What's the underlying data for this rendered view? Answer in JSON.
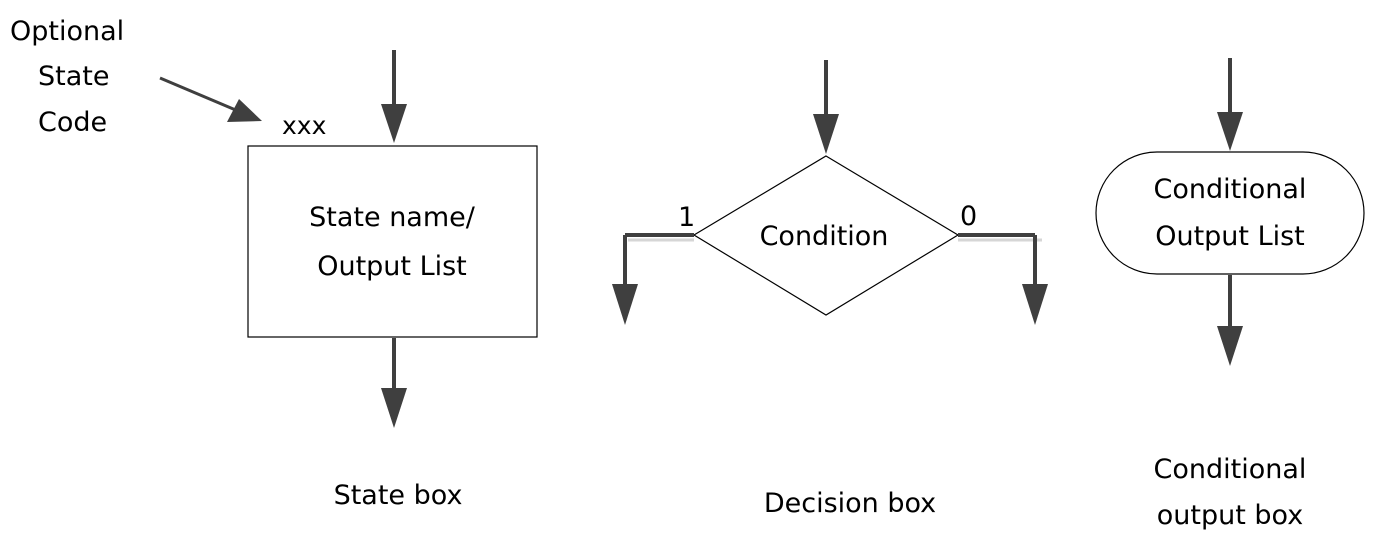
{
  "annotation": {
    "line1": "Optional",
    "line2": "State",
    "line3": "Code",
    "code": "xxx"
  },
  "state_box": {
    "line1": "State name/",
    "line2": "Output List",
    "caption": "State box"
  },
  "decision_box": {
    "condition": "Condition",
    "true_label": "1",
    "false_label": "0",
    "caption": "Decision box"
  },
  "conditional_output_box": {
    "line1": "Conditional",
    "line2": "Output List",
    "caption_line1": "Conditional",
    "caption_line2": "output box"
  },
  "colors": {
    "line": "#3f3f3f",
    "outline": "#000000",
    "text": "#000000",
    "background": "#ffffff"
  }
}
